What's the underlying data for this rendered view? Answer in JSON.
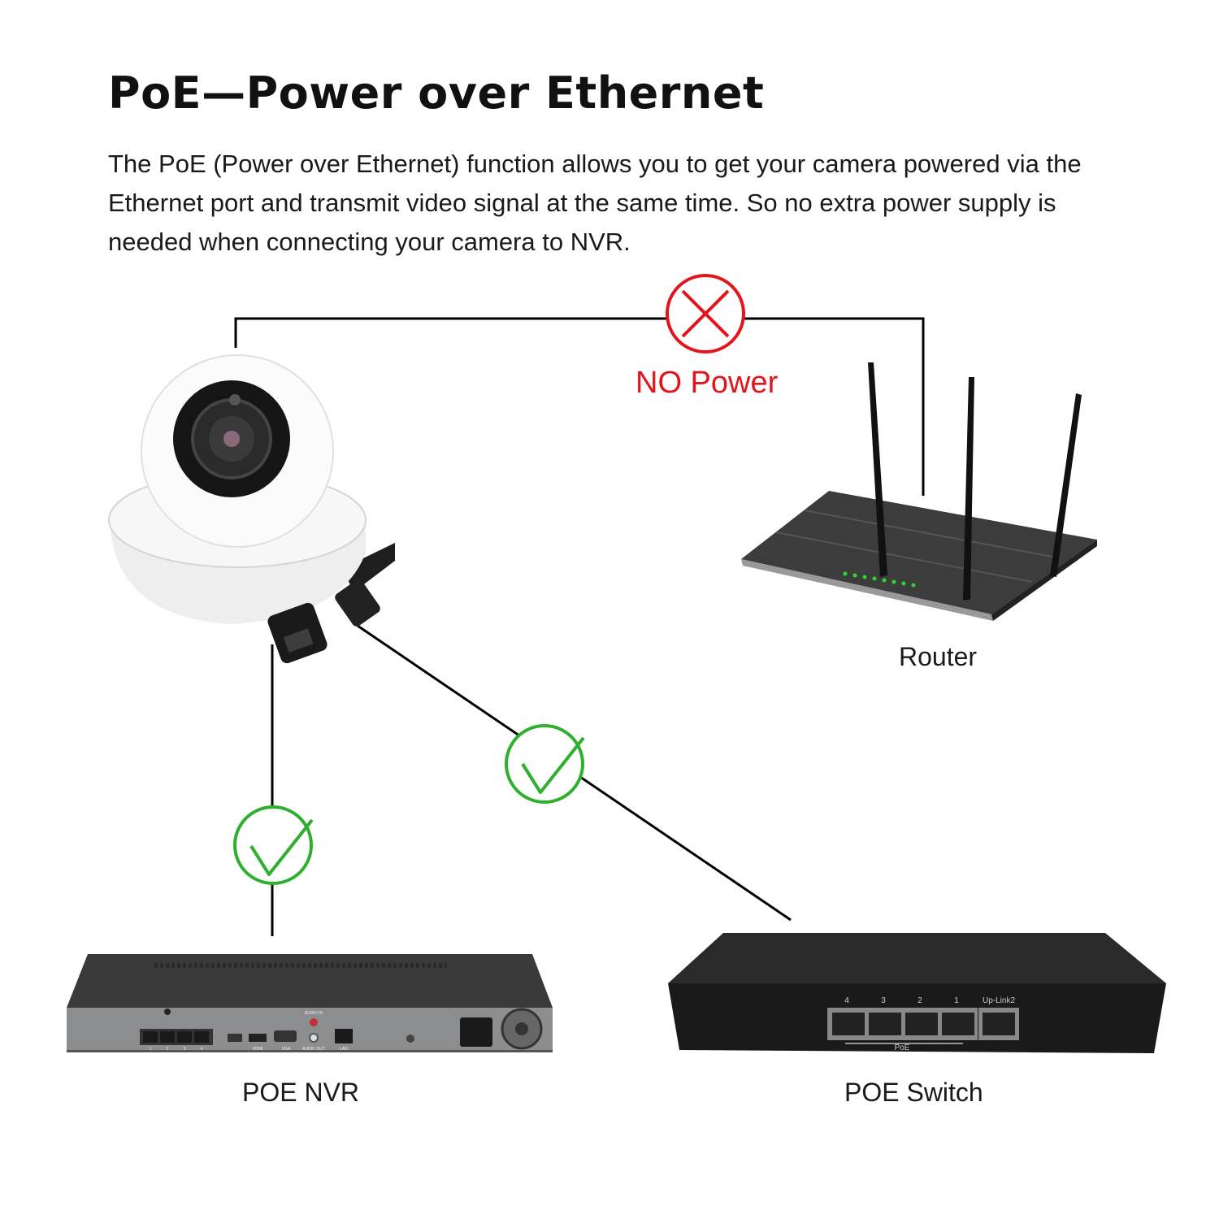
{
  "title": "PoE—Power over Ethernet",
  "description": "The PoE (Power over Ethernet) function allows you to get your camera powered via the Ethernet port and transmit video signal at the same time. So no extra power supply is needed when connecting your camera to NVR.",
  "connections": {
    "router": {
      "status_label": "NO Power",
      "status_icon": "cross-circle-icon",
      "color": "#e3141b"
    },
    "nvr": {
      "status_icon": "check-circle-icon",
      "color": "#2db02d"
    },
    "switch": {
      "status_icon": "check-circle-icon",
      "color": "#2db02d"
    }
  },
  "devices": {
    "router": {
      "label": "Router"
    },
    "nvr": {
      "label": "POE NVR",
      "port_labels": [
        "1",
        "2",
        "3",
        "4"
      ],
      "panel_labels": [
        "HDMI",
        "VGA",
        "AUDIO IN",
        "AUDIO OUT",
        "LAN"
      ]
    },
    "switch": {
      "label": "POE Switch",
      "port_labels": [
        "4",
        "3",
        "2",
        "1"
      ],
      "uplink_label": "Up-Link2",
      "group_label": "PoE"
    }
  }
}
